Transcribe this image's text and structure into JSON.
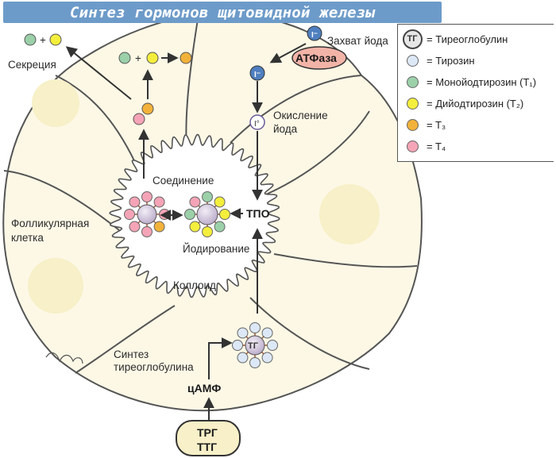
{
  "title": "Синтез гормонов щитовидной железы",
  "labels": {
    "secretion": "Секреция",
    "iodine_capture": "Захват йода",
    "atpase": "АТФаза",
    "oxidation_line1": "Окисление",
    "oxidation_line2": "йода",
    "coupling": "Соединение",
    "tpo": "ТПО",
    "iodination": "Йодирование",
    "colloid": "Коллоид",
    "follicular_line1": "Фолликулярная",
    "follicular_line2": "клетка",
    "tg_synthesis_line1": "Синтез",
    "tg_synthesis_line2": "тиреоглобулина",
    "camp": "цАМФ",
    "trg": "ТРГ",
    "ttg": "ТТГ",
    "iodide_symbol": "I⁻",
    "iodine_symbol": "I°",
    "plus": "+",
    "tg_symbol": "ТГ"
  },
  "legend": [
    {
      "symbol": "ТГ",
      "kind": "tg",
      "text": "= Тиреоглобулин"
    },
    {
      "symbol": "",
      "kind": "dot",
      "color": "#dde8f6",
      "text": "= Тирозин"
    },
    {
      "symbol": "",
      "kind": "dot",
      "color": "#9bd0a9",
      "text": "= Монойодтирозин (T₁)"
    },
    {
      "symbol": "",
      "kind": "dot",
      "color": "#f4ee3c",
      "text": "= Дийодтирозин (T₂)"
    },
    {
      "symbol": "",
      "kind": "dot",
      "color": "#f2b23a",
      "text": "= T₃"
    },
    {
      "symbol": "",
      "kind": "dot",
      "color": "#f4a4b6",
      "text": "= T₄"
    }
  ],
  "colors": {
    "title_bg": "#6d9bc9",
    "cell_fill": "#fdf8e6",
    "nucleus": "#f7f0c8",
    "tyrosine": "#dde8f6",
    "mit": "#9bd0a9",
    "dit": "#f4ee3c",
    "t3": "#f2b23a",
    "t4": "#f4a4b6",
    "tg_fill": "#d9cfe2",
    "atpase_fill": "#f3b4a8",
    "iodide_fill": "#4f7fbf"
  }
}
